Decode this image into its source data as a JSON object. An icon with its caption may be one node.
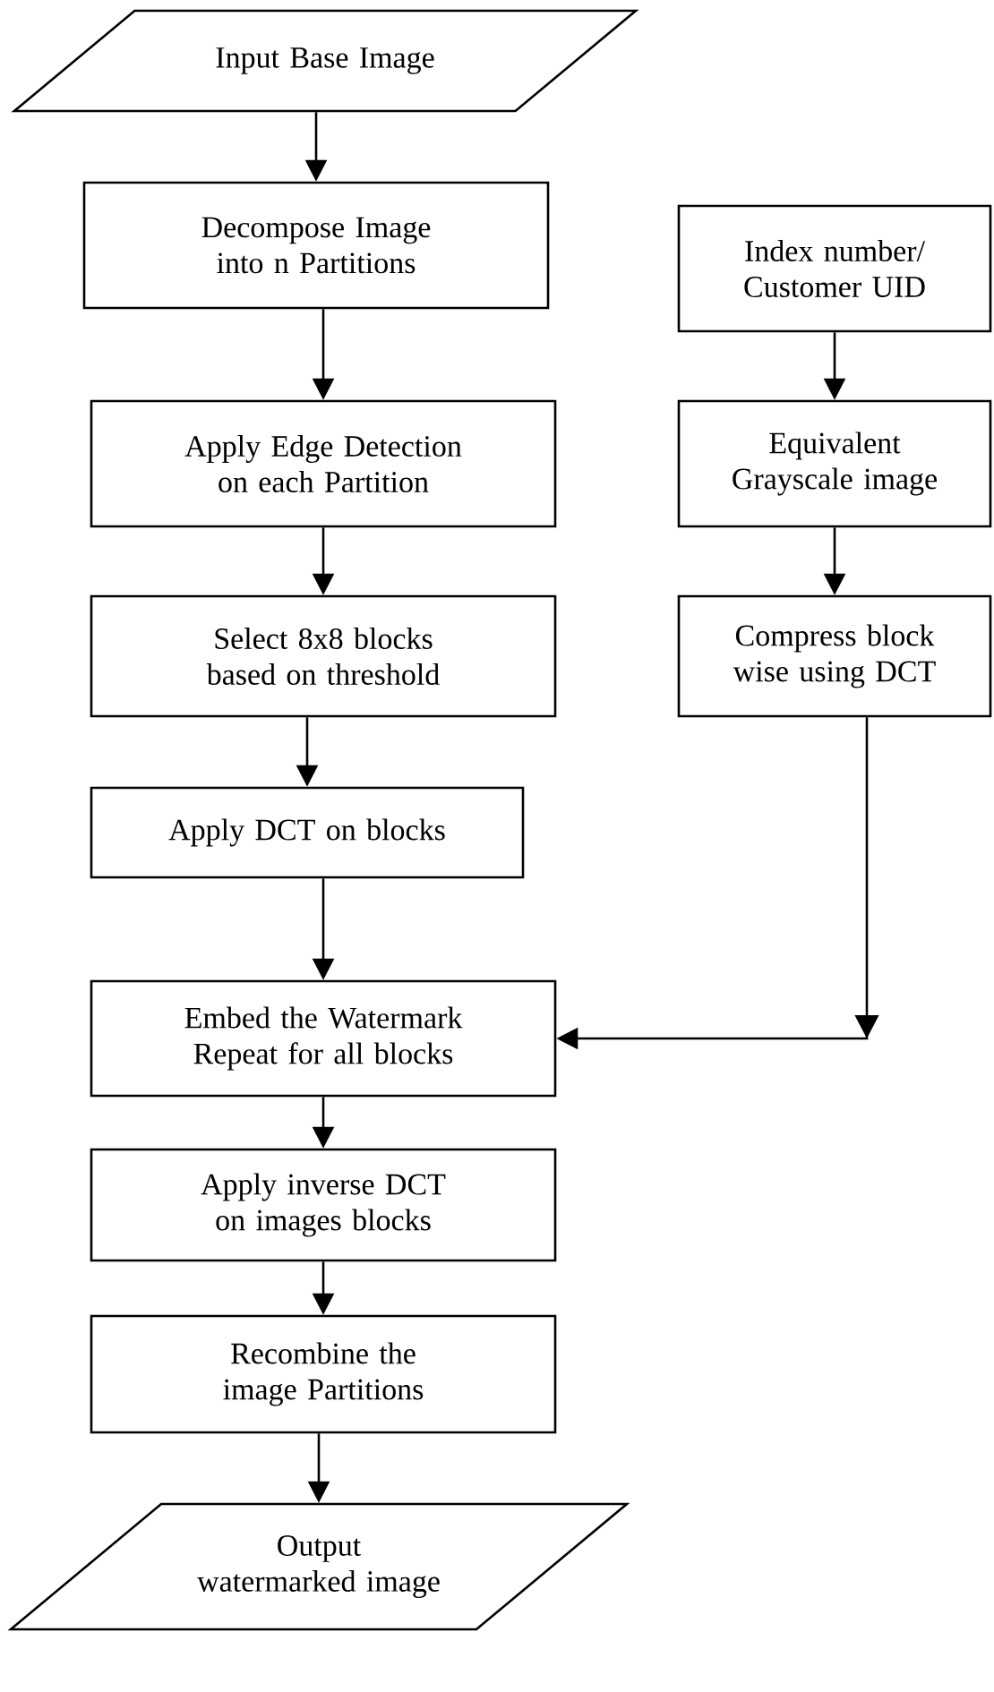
{
  "diagram": {
    "nodes": [
      {
        "text": [
          "Input Base Image"
        ]
      },
      {
        "text": [
          "Decompose Image into n Partitions"
        ]
      },
      {
        "text": [
          "Apply Edge Detection on each Partition"
        ]
      },
      {
        "text": [
          "Select 8x8 blocks based on threshold"
        ]
      },
      {
        "text": [
          "Apply DCT on blocks"
        ]
      },
      {
        "text": [
          "Embed the Watermark Repeat for all blocks"
        ]
      },
      {
        "text": [
          "Apply inverse DCT on images blocks"
        ]
      },
      {
        "text": [
          "Recombine the image Partitions"
        ]
      },
      {
        "text": [
          "Output watermarked image"
        ]
      },
      {
        "text": [
          "Index number/ Customer UID"
        ]
      },
      {
        "text": [
          "Equivalent Grayscale image"
        ]
      },
      {
        "text": [
          "Compress block wise using DCT"
        ]
      }
    ],
    "edges": [
      {
        "from": 0,
        "to": 1,
        "arrow": "to"
      },
      {
        "from": 1,
        "to": 2,
        "arrow": "to"
      },
      {
        "from": 2,
        "to": 3,
        "arrow": "to"
      },
      {
        "from": 3,
        "to": 4,
        "arrow": "to"
      },
      {
        "from": 4,
        "to": 5,
        "arrow": "to"
      },
      {
        "from": 5,
        "to": 6,
        "arrow": "to"
      },
      {
        "from": 6,
        "to": 7,
        "arrow": "to"
      },
      {
        "from": 7,
        "to": 8,
        "arrow": "to"
      },
      {
        "from": 9,
        "to": 10,
        "arrow": "to"
      },
      {
        "from": 10,
        "to": 11,
        "arrow": "to"
      },
      {
        "from": 11,
        "to": 5,
        "arrow": "to"
      }
    ]
  }
}
